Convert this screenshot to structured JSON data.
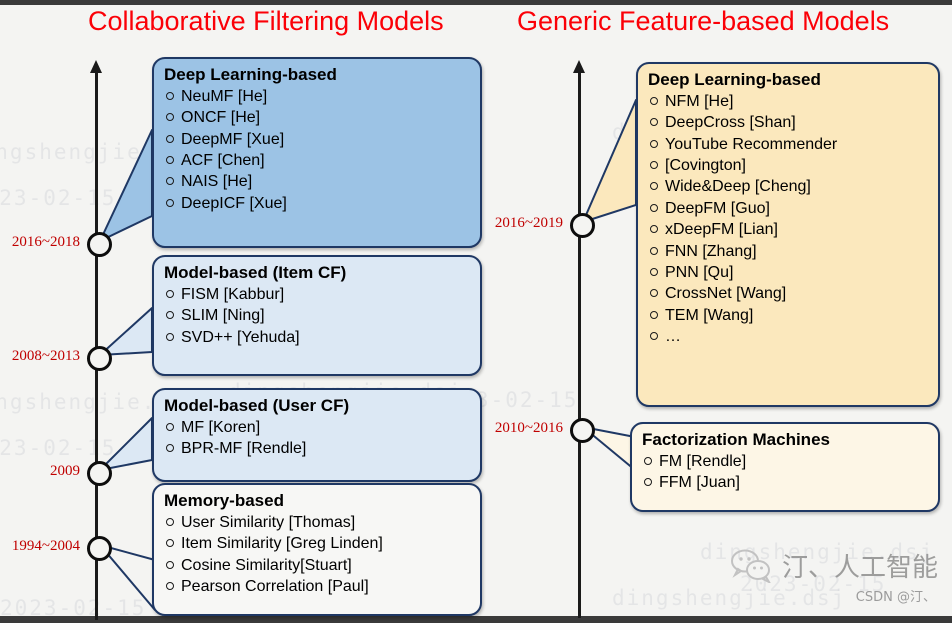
{
  "columns": [
    {
      "title": "Collaborative Filtering Models",
      "timeline_labels": [
        "2016~2018",
        "2008~2013",
        "2009",
        "1994~2004"
      ],
      "boxes": [
        {
          "heading": "Deep Learning-based",
          "items": [
            "NeuMF [He]",
            "ONCF [He]",
            "DeepMF [Xue]",
            "ACF [Chen]",
            "NAIS [He]",
            "DeepICF [Xue]"
          ],
          "fill": "#9cc3e5"
        },
        {
          "heading": "Model-based (Item CF)",
          "items": [
            "FISM [Kabbur]",
            "SLIM [Ning]",
            "SVD++ [Yehuda]"
          ],
          "fill": "#dce8f4"
        },
        {
          "heading": "Model-based (User CF)",
          "items": [
            "MF [Koren]",
            "BPR-MF [Rendle]"
          ],
          "fill": "#dce8f4"
        },
        {
          "heading": "Memory-based",
          "items": [
            "User Similarity [Thomas]",
            "Item Similarity [Greg Linden]",
            "Cosine Similarity[Stuart]",
            "Pearson Correlation [Paul]"
          ],
          "fill": "#f4f4f2"
        }
      ]
    },
    {
      "title": "Generic Feature-based Models",
      "timeline_labels": [
        "2016~2019",
        "2010~2016"
      ],
      "boxes": [
        {
          "heading": "Deep Learning-based",
          "items": [
            "NFM [He]",
            "DeepCross [Shan]",
            "YouTube Recommender",
            "[Covington]",
            "Wide&Deep [Cheng]",
            "DeepFM [Guo]",
            "xDeepFM [Lian]",
            "FNN [Zhang]",
            "PNN [Qu]",
            "CrossNet [Wang]",
            "TEM [Wang]",
            "…"
          ],
          "fill": "#fbe8bd"
        },
        {
          "heading": "Factorization Machines",
          "items": [
            "FM [Rendle]",
            "FFM [Juan]"
          ],
          "fill": "#fdf6e6"
        }
      ]
    }
  ],
  "watermark": {
    "text_a": "dingshengjie.dsj",
    "text_b": "2023-02-15"
  },
  "brand": {
    "wechat_name": "汀、人工智能",
    "csdn_credit": "CSDN @汀、",
    "icon": "wechat-icon"
  },
  "colors": {
    "title_red": "#fb0007",
    "year_red": "#c00000",
    "box_border": "#1f3864",
    "axis": "#1a1a1a"
  }
}
